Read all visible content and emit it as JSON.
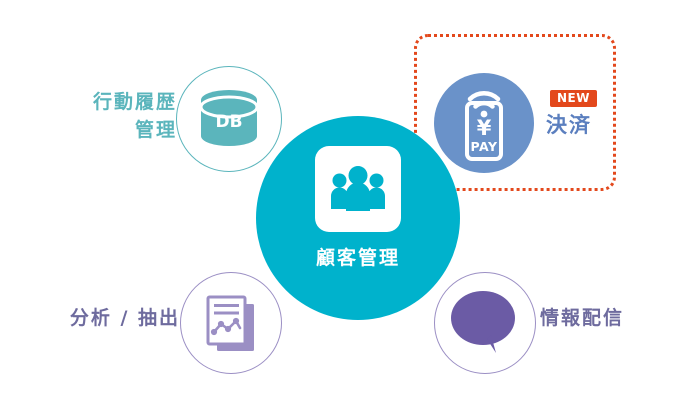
{
  "diagram": {
    "title_center": "顧客管理",
    "center": {
      "label": "顧客管理",
      "icon": "people-group-icon",
      "circle_color": "#00B2CC",
      "icon_box_color": "#FFFFFF"
    },
    "nodes": [
      {
        "id": "behavior-history",
        "label": "行動履歴\n管理",
        "icon": "database-icon",
        "icon_text": "DB",
        "color": "#5BB5BC",
        "position": "top-left"
      },
      {
        "id": "payment",
        "label": "決済",
        "badge": "NEW",
        "badge_color": "#E3481C",
        "icon": "mobile-payment-icon",
        "icon_currency": "¥",
        "icon_text": "PAY",
        "color": "#6A92C9",
        "label_color": "#5B7FBF",
        "position": "top-right",
        "highlighted": true,
        "highlight_color": "#E3481C"
      },
      {
        "id": "analysis-extraction",
        "label": "分析 / 抽出",
        "icon": "document-chart-icon",
        "color": "#9B8FC4",
        "label_color": "#6E6B9E",
        "position": "bottom-left"
      },
      {
        "id": "information-delivery",
        "label": "情報配信",
        "icon": "speech-bubble-icon",
        "color": "#6B5BA5",
        "label_color": "#6E6B9E",
        "position": "bottom-right"
      }
    ]
  }
}
